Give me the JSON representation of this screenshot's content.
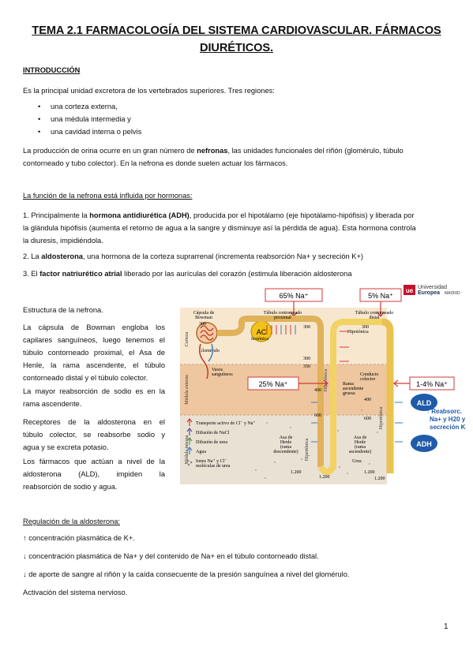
{
  "title_line1": "TEMA 2.1 FARMACOLOGÍA DEL SISTEMA CARDIOVASCULAR. FÁRMACOS",
  "title_line2": "DIURÉTICOS.",
  "intro": {
    "heading": "INTRODUCCIÓN",
    "p1": "Es la principal unidad excretora de los vertebrados superiores. Tres regiones:",
    "bullets": [
      "una corteza externa,",
      "una médula intermedia y",
      "una cavidad interna o pelvis"
    ],
    "p2_a": "La producción de orina ocurre en un gran número de ",
    "p2_b": "nefronas",
    "p2_c": ", las unidades funcionales del riñón (glomérulo, túbulo",
    "p2_d": "contorneado y tubo colector). En la nefrona es donde suelen actuar los fármacos."
  },
  "hormones": {
    "heading": "La función de la nefrona está influida por hormonas:",
    "item1_a": "1. Principalmente la ",
    "item1_b": "hormona antidiurética (ADH)",
    "item1_c": ", producida por el hipotálamo (eje hipotálamo-hipófisis) y liberada por",
    "item1_d": "la glándula hipófisis (aumenta el retorno de agua a la sangre y disminuye así la pérdida de agua). Esta hormona controla",
    "item1_e": "la diuresis, impidiéndola.",
    "item2_a": "2. La ",
    "item2_b": "aldosterona",
    "item2_c": ", una hormona de la corteza suprarrenal (incrementa reabsorción Na+ y secreción K+)",
    "item3_a": "3. El ",
    "item3_b": "factor natriurético atrial",
    "item3_c": " liberado por las aurículas del corazón (estimula liberación aldosterona"
  },
  "structure": {
    "l1": "Estructura de la nefrona.",
    "p1_lines": [
      "La cápsula de Bowman engloba los",
      "capilares sanguíneos, luego tenemos el",
      "túbulo contorneado proximal, el Asa de",
      "Henle, la rama ascendente, el túbulo",
      "contorneado distal y el túbulo colector."
    ],
    "p2_lines": [
      "La mayor reabsorción de sodio es en la",
      "rama ascendente."
    ],
    "p3_lines": [
      "Receptores de la aldosterona en el",
      "túbulo colector, se reabsorbe sodio y",
      "agua y se excreta potasio."
    ],
    "p4_lines": [
      "Los fármacos que actúan a nivel de la",
      "aldosterona (ALD), impiden la",
      "reabsorción de sodio y agua."
    ]
  },
  "figure": {
    "brand_line1": "Universidad",
    "brand_line2": "Europea",
    "brand_line3": "MADRID",
    "brand_logo": "ue",
    "box_65": "65% Na⁺",
    "box_5": "5% Na⁺",
    "box_25": "25% Na⁺",
    "box_1_4": "1-4% Na⁺",
    "ac": "AC",
    "ald": "ALD",
    "adh": "ADH",
    "ald_note": [
      "↑ Reabsorc.",
      "Na+ y H20 y",
      "secreción K+"
    ],
    "lbl_capsula": "Cápsula de",
    "lbl_bowman": "Bowman",
    "lbl_tcp1": "Túbulo contorneado",
    "lbl_tcp2": "proximal",
    "lbl_tcd1": "Túbulo contorneado",
    "lbl_tcd2": "distal",
    "lbl_isotonica": "Isotónica",
    "lbl_hipotonica": "Hipotónica",
    "lbl_glomerulo": "Glomérulo",
    "lbl_vasos1": "Vasos",
    "lbl_vasos2": "sanguíneos",
    "lbl_conducto1": "Conducto",
    "lbl_conducto2": "colector",
    "lbl_rama1": "Rama",
    "lbl_rama2": "ascendente",
    "lbl_rama3": "gruesa",
    "lbl_corteza": "Corteza",
    "lbl_med_ext": "Médula externa",
    "lbl_med_int": "Médula interna",
    "lbl_hipertonica": "Hipertónica",
    "lbl_asa_l1": "Asa de",
    "lbl_asa_l2": "Henle",
    "lbl_asa_l3": "(rama",
    "lbl_asa_l4": "descendente)",
    "lbl_asa_r1": "Asa de",
    "lbl_asa_r2": "Henle",
    "lbl_asa_r3": "(rama",
    "lbl_asa_r4": "ascendente)",
    "lbl_urea": "Urea",
    "n300a": "300",
    "n300b": "300",
    "n300c": "300",
    "n300d": "300",
    "n350": "350",
    "n400a": "400",
    "n400b": "400",
    "n600a": "600",
    "n600b": "600",
    "n1200a": "1.200",
    "n1200b": "1.200",
    "n1200c": "1.200",
    "n1200d": "1.200",
    "leg1": "Transporte activo de Cl⁻ y Na⁺",
    "leg2": "Difusión de NaCl",
    "leg3": "Difusión de urea",
    "leg4": "Agua",
    "leg5a": "Iones Na⁺ y Cl⁻",
    "leg5b": "moléculas de urea"
  },
  "regulation": {
    "heading": "Regulación de la aldosterona:",
    "l1": "↑ concentración plasmática de K+.",
    "l2": "↓ concentración plasmática de Na+ y del contenido de Na+ en el túbulo contorneado distal.",
    "l3": "↓ de aporte de sangre al riñón y la caída consecuente de la presión sanguínea a nivel del glomérulo.",
    "l4": "Activación del sistema nervioso."
  },
  "page_number": "1",
  "colors": {
    "accent_red": "#c8102e",
    "ald_blue": "#1f5ba8",
    "ac_yellow": "#f2c21a"
  }
}
